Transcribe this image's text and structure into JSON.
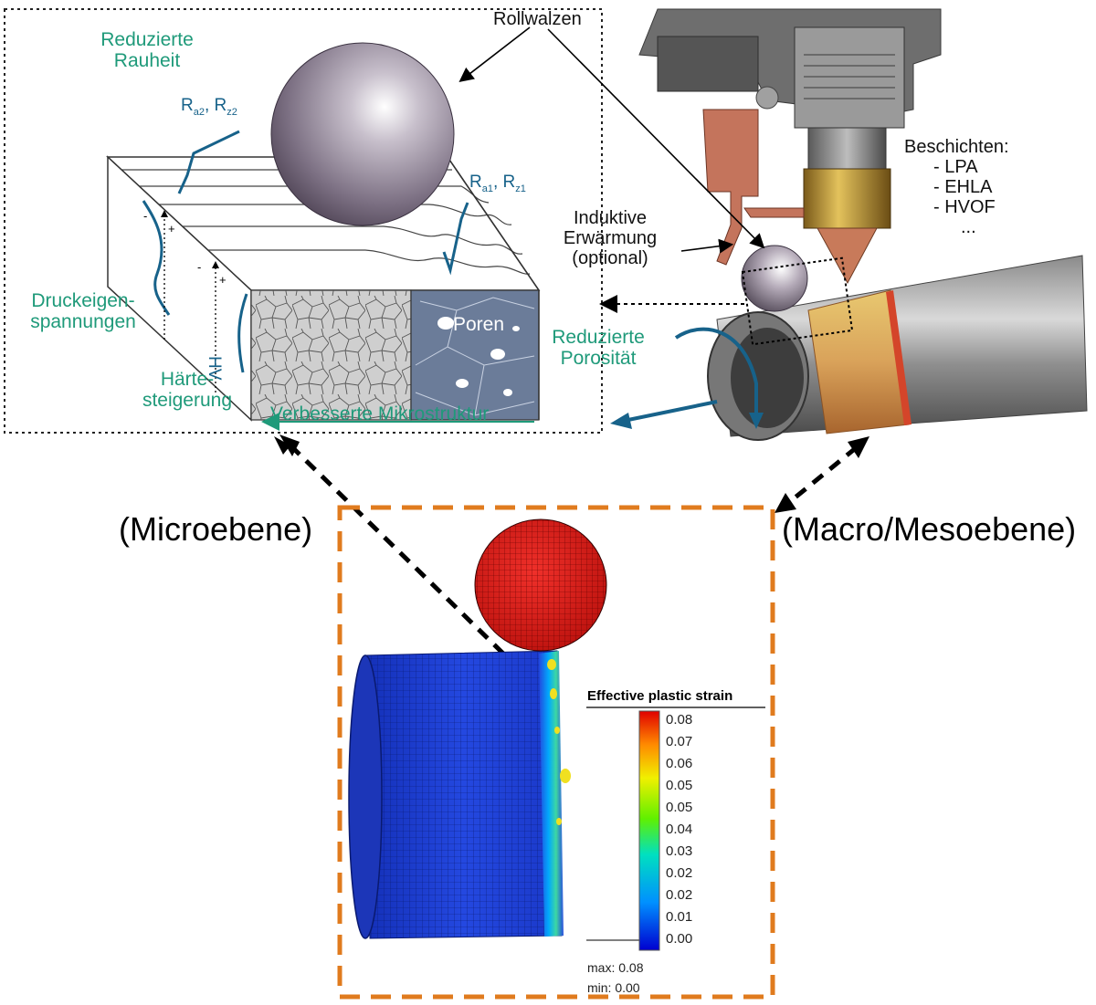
{
  "micro": {
    "reduced_roughness": [
      "Reduzierte",
      "Rauheit"
    ],
    "roughness_after": {
      "r1": "R",
      "s1": "a2",
      "sep": ", ",
      "r2": "R",
      "s2": "z2"
    },
    "roughness_before": {
      "r1": "R",
      "s1": "a1",
      "sep": ", ",
      "r2": "R",
      "s2": "z1"
    },
    "residual_stress": [
      "Druckeigen-",
      "spannungen"
    ],
    "hardness": [
      "Härte-",
      "steigerung"
    ],
    "hv": "HV",
    "pores": "Poren",
    "reduced_porosity": [
      "Reduzierte",
      "Porosität"
    ],
    "microstructure": "Verbesserte Mikrostruktur",
    "minus": "-",
    "plus": "+"
  },
  "macro": {
    "rollers": "Rollwalzen",
    "coating_title": "Beschichten:",
    "coating_methods": [
      "- LPA",
      "- EHLA",
      "- HVOF",
      "..."
    ],
    "induction": [
      "Induktive",
      "Erwärmung",
      "(optional)"
    ]
  },
  "levels": {
    "micro": "(Microebene)",
    "macro": "(Macro/Mesoebene)"
  },
  "simulation": {
    "legend_title": "Effective plastic strain",
    "ticks": [
      "0.08",
      "0.07",
      "0.06",
      "0.05",
      "0.05",
      "0.04",
      "0.03",
      "0.02",
      "0.02",
      "0.01",
      "0.00"
    ],
    "max": "max: 0.08",
    "min": "min:  0.00"
  },
  "colors": {
    "teal_label": "#1f9a7a",
    "blue_label": "#17628a",
    "orange_frame": "#e07b1e",
    "pores_region": "#6b7c99",
    "ball_fe": "#e0211b",
    "cylinder_fe": "#1f3fd1"
  }
}
